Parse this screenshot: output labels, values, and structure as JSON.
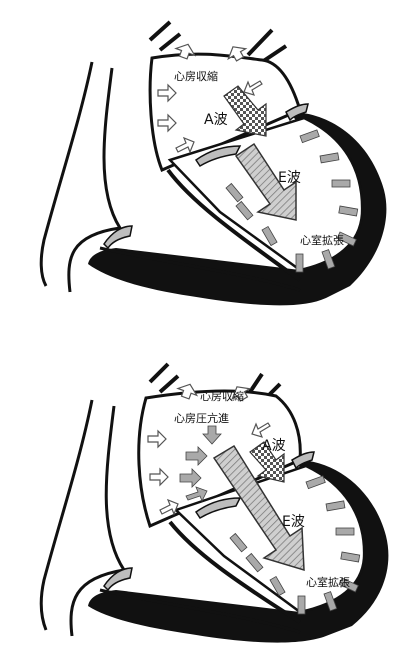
{
  "panels": [
    {
      "atrial_label": "心房収縮",
      "a_wave_label": "A波",
      "e_wave_label": "E波",
      "ventricle_label": "心室拡張"
    },
    {
      "atrial_label": "心房収縮",
      "atrial_extra_label": "心房圧亢進",
      "a_wave_label": "A波",
      "e_wave_label": "E波",
      "ventricle_label": "心室拡張"
    }
  ],
  "colors": {
    "outline": "#111111",
    "myocardium": "#111111",
    "arrow_fill": "#a9a9a9",
    "valve": "#bdbdbd"
  }
}
